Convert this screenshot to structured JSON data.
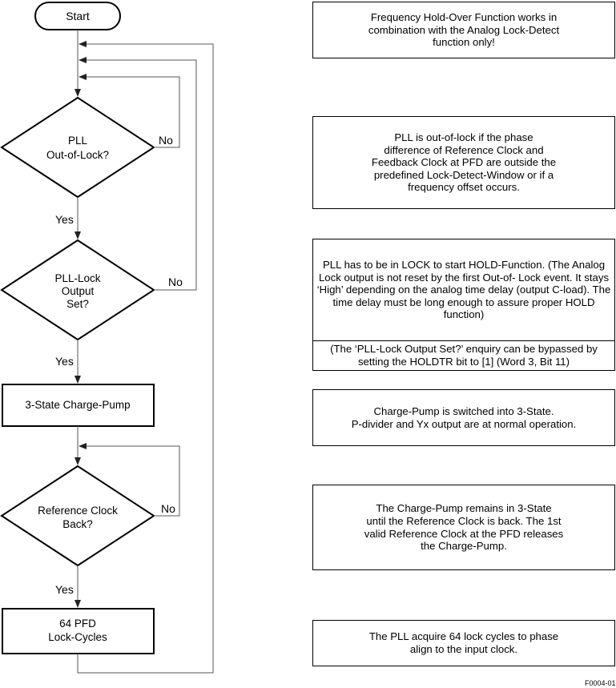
{
  "flow": {
    "start": "Start",
    "dec_out_of_lock": [
      "PLL",
      "Out-of-Lock?"
    ],
    "dec_lock_output": [
      "PLL-Lock",
      "Output",
      "Set?"
    ],
    "proc_charge_pump": "3-State Charge-Pump",
    "dec_ref_clock": [
      "Reference Clock",
      "Back?"
    ],
    "proc_lock_cycles": [
      "64 PFD",
      "Lock-Cycles"
    ],
    "yes": "Yes",
    "no": "No"
  },
  "notes": {
    "holdover": [
      "Frequency Hold-Over Function works in",
      "combination with the Analog Lock-Detect",
      "function only!"
    ],
    "out_of_lock": [
      "PLL is out-of-lock if the phase",
      "difference of Reference Clock and",
      "Feedback Clock at PFD are outside the",
      "predefined Lock-Detect-Window or if a",
      "frequency offset occurs."
    ],
    "lock_top": [
      "PLL has to be in LOCK to start",
      "HOLD-Function.",
      "(The Analog Lock output is not reset by the first Out-of-",
      "Lock event. It stays ‘High’ depending on the analog time",
      "delay (output C-load). The time delay must be long enough",
      "to assure proper HOLD function)"
    ],
    "lock_bottom": [
      "(The ‘PLL-Lock Output Set?’ enquiry can be bypassed by",
      "setting the HOLDTR bit to [1] (Word 3, Bit 11)"
    ],
    "charge_pump": [
      "Charge-Pump is switched into 3-State.",
      "P-divider and Yx output are at normal operation."
    ],
    "ref_clock": [
      "The Charge-Pump remains in 3-State",
      "until the Reference Clock is back. The 1st",
      "valid Reference Clock at the PFD releases",
      "the Charge-Pump."
    ],
    "lock_cycles": [
      "The PLL acquire 64 lock cycles to phase",
      "align to the input clock."
    ]
  },
  "figure_id": "F0004-01"
}
